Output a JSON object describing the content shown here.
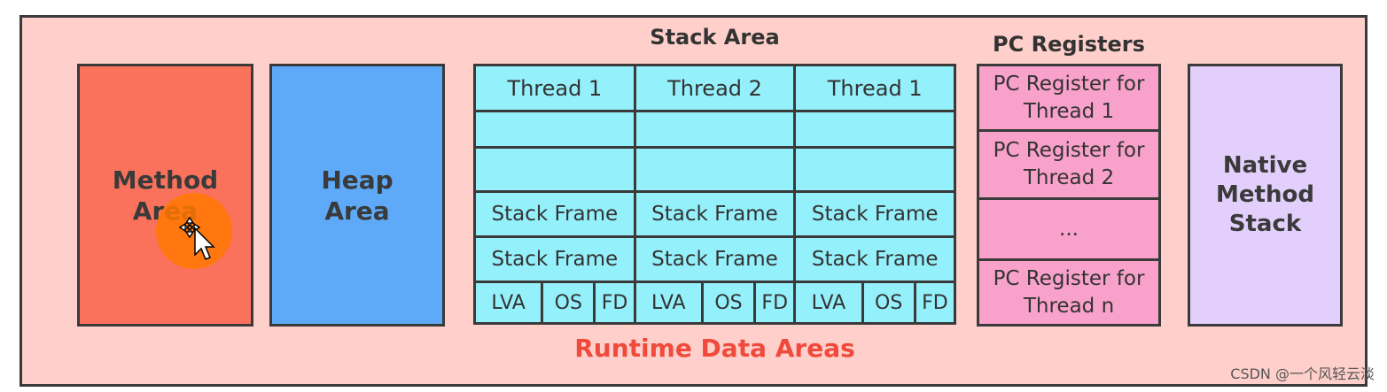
{
  "stack_area": {
    "title": "Stack Area",
    "threads": [
      {
        "label": "Thread 1",
        "frames": [
          "Stack Frame",
          "Stack Frame"
        ],
        "parts": [
          "LVA",
          "OS",
          "FD"
        ]
      },
      {
        "label": "Thread 2",
        "frames": [
          "Stack Frame",
          "Stack Frame"
        ],
        "parts": [
          "LVA",
          "OS",
          "FD"
        ]
      },
      {
        "label": "Thread 1",
        "frames": [
          "Stack Frame",
          "Stack Frame"
        ],
        "parts": [
          "LVA",
          "OS",
          "FD"
        ]
      }
    ]
  },
  "method_area": {
    "label": "Method\nArea"
  },
  "heap_area": {
    "label": "Heap\nArea"
  },
  "pc_registers": {
    "title": "PC Registers",
    "cells": [
      "PC Register for\nThread 1",
      "PC Register for\nThread 2",
      "...",
      "PC Register for\nThread n"
    ]
  },
  "native_method_stack": {
    "label": "Native\nMethod\nStack"
  },
  "runtime_title": "Runtime Data Areas",
  "watermark": "CSDN @一个风轻云淡",
  "colors": {
    "outer_bg": "#ffd0cb",
    "method_area": "#fb725c",
    "heap_area": "#5eaaf8",
    "stack_area": "#94f0fb",
    "pc_registers": "#f8a1ca",
    "native_method_stack": "#e3cffb",
    "runtime_title": "#f04a3c"
  },
  "icons": {
    "cursor": "move-cursor-icon"
  }
}
